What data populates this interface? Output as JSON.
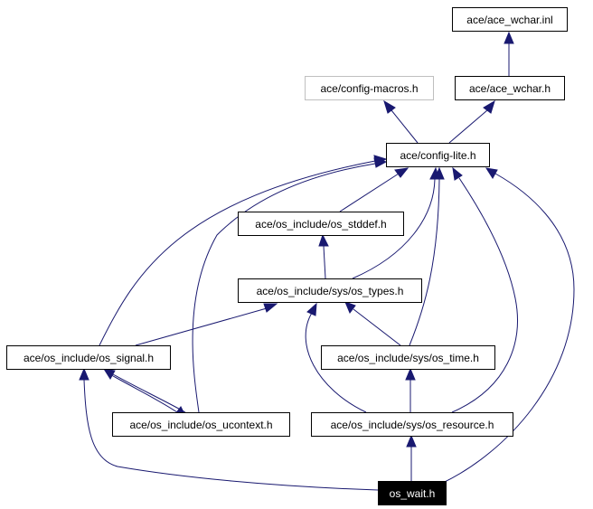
{
  "diagram": {
    "nodes": [
      {
        "id": "ace_wchar_inl",
        "label": "ace/ace_wchar.inl",
        "style": "normal"
      },
      {
        "id": "config_macros",
        "label": "ace/config-macros.h",
        "style": "muted"
      },
      {
        "id": "ace_wchar_h",
        "label": "ace/ace_wchar.h",
        "style": "normal"
      },
      {
        "id": "config_lite",
        "label": "ace/config-lite.h",
        "style": "normal"
      },
      {
        "id": "os_stddef",
        "label": "ace/os_include/os_stddef.h",
        "style": "normal"
      },
      {
        "id": "os_types",
        "label": "ace/os_include/sys/os_types.h",
        "style": "normal"
      },
      {
        "id": "os_signal",
        "label": "ace/os_include/os_signal.h",
        "style": "normal"
      },
      {
        "id": "os_time",
        "label": "ace/os_include/sys/os_time.h",
        "style": "normal"
      },
      {
        "id": "os_ucontext",
        "label": "ace/os_include/os_ucontext.h",
        "style": "normal"
      },
      {
        "id": "os_resource",
        "label": "ace/os_include/sys/os_resource.h",
        "style": "normal"
      },
      {
        "id": "os_wait",
        "label": "os_wait.h",
        "style": "root"
      }
    ],
    "edges": [
      {
        "from": "ace_wchar_h",
        "to": "ace_wchar_inl"
      },
      {
        "from": "config_lite",
        "to": "config_macros"
      },
      {
        "from": "config_lite",
        "to": "ace_wchar_h"
      },
      {
        "from": "os_stddef",
        "to": "config_lite"
      },
      {
        "from": "os_types",
        "to": "config_lite"
      },
      {
        "from": "os_types",
        "to": "os_stddef"
      },
      {
        "from": "os_signal",
        "to": "config_lite"
      },
      {
        "from": "os_signal",
        "to": "os_types"
      },
      {
        "from": "os_signal",
        "to": "os_ucontext"
      },
      {
        "from": "os_ucontext",
        "to": "config_lite"
      },
      {
        "from": "os_ucontext",
        "to": "os_signal"
      },
      {
        "from": "os_time",
        "to": "config_lite"
      },
      {
        "from": "os_time",
        "to": "os_types"
      },
      {
        "from": "os_resource",
        "to": "config_lite"
      },
      {
        "from": "os_resource",
        "to": "os_types"
      },
      {
        "from": "os_resource",
        "to": "os_time"
      },
      {
        "from": "os_wait",
        "to": "config_lite"
      },
      {
        "from": "os_wait",
        "to": "os_signal"
      },
      {
        "from": "os_wait",
        "to": "os_resource"
      }
    ]
  }
}
